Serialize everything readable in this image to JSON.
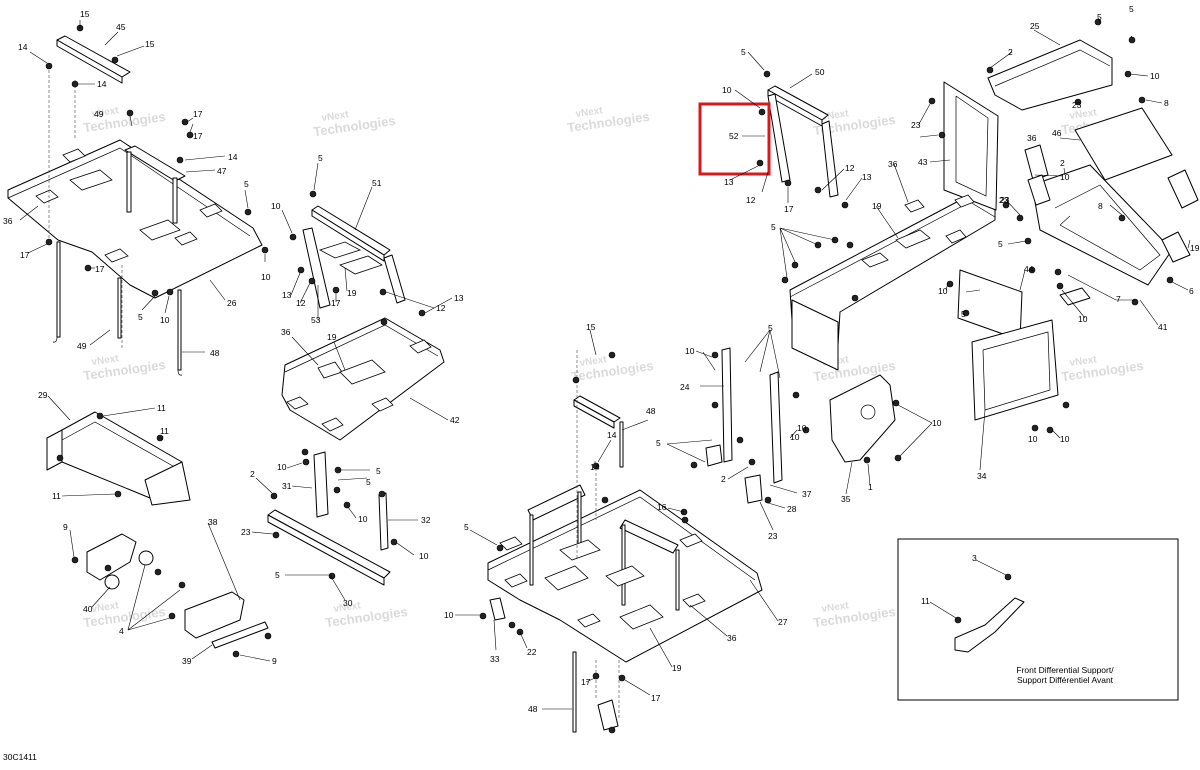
{
  "diagram": {
    "figure_code": "30C1411",
    "watermark": [
      "vNext",
      "Technologies"
    ],
    "inset_caption": [
      "Front Differential Support/",
      "Support Différentiel Avant"
    ],
    "highlight_color": "#d7191c",
    "callouts": {
      "c1": "15",
      "c2": "45",
      "c3": "14",
      "c4": "15",
      "c5": "14",
      "c6": "49",
      "c7": "17",
      "c8": "17",
      "c9": "14",
      "c10": "47",
      "c11": "36",
      "c12": "5",
      "c13": "17",
      "c14": "17",
      "c15": "10",
      "c16": "26",
      "c17": "5",
      "c18": "10",
      "c19": "49",
      "c20": "48",
      "c21": "5",
      "c22": "51",
      "c23": "10",
      "c24": "19",
      "c25": "13",
      "c26": "12",
      "c27": "17",
      "c28": "53",
      "c29": "12",
      "c30": "13",
      "c31": "36",
      "c32": "19",
      "c33": "42",
      "c34": "29",
      "c35": "11",
      "c36": "11",
      "c37": "11",
      "c38": "9",
      "c39": "38",
      "c40": "40",
      "c41": "4",
      "c42": "39",
      "c43": "9",
      "c44": "2",
      "c45": "10",
      "c46": "5",
      "c47": "31",
      "c48": "5",
      "c49": "10",
      "c50": "32",
      "c51": "23",
      "c52": "10",
      "c53": "5",
      "c54": "30",
      "c55": "15",
      "c56": "14",
      "c57": "48",
      "c58": "14",
      "c59": "16",
      "c60": "5",
      "c61": "10",
      "c62": "33",
      "c63": "22",
      "c64": "19",
      "c65": "36",
      "c66": "27",
      "c67": "17",
      "c68": "48",
      "c69": "17",
      "c70": "5",
      "c71": "50",
      "c72": "10",
      "c73": "52",
      "c74": "13",
      "c75": "12",
      "c76": "17",
      "c77": "12",
      "c78": "13",
      "c79": "10",
      "c80": "5",
      "c81": "24",
      "c82": "5",
      "c83": "10",
      "c84": "10",
      "c85": "2",
      "c86": "37",
      "c87": "28",
      "c88": "23",
      "c89": "35",
      "c90": "1",
      "c91": "10",
      "c92": "5",
      "c93": "19",
      "c94": "36",
      "c95": "43",
      "c96": "23",
      "c97": "23",
      "c98": "5",
      "c99": "10",
      "c100": "44",
      "c101": "5",
      "c102": "10",
      "c103": "34",
      "c104": "10",
      "c105": "25",
      "c106": "5",
      "c107": "5",
      "c108": "2",
      "c109": "10",
      "c110": "8",
      "c111": "23",
      "c112": "46",
      "c113": "36",
      "c114": "2",
      "c115": "23",
      "c116": "10",
      "c117": "8",
      "c118": "19",
      "c119": "7",
      "c120": "10",
      "c121": "41",
      "c122": "6",
      "c123": "3",
      "c124": "11"
    }
  }
}
